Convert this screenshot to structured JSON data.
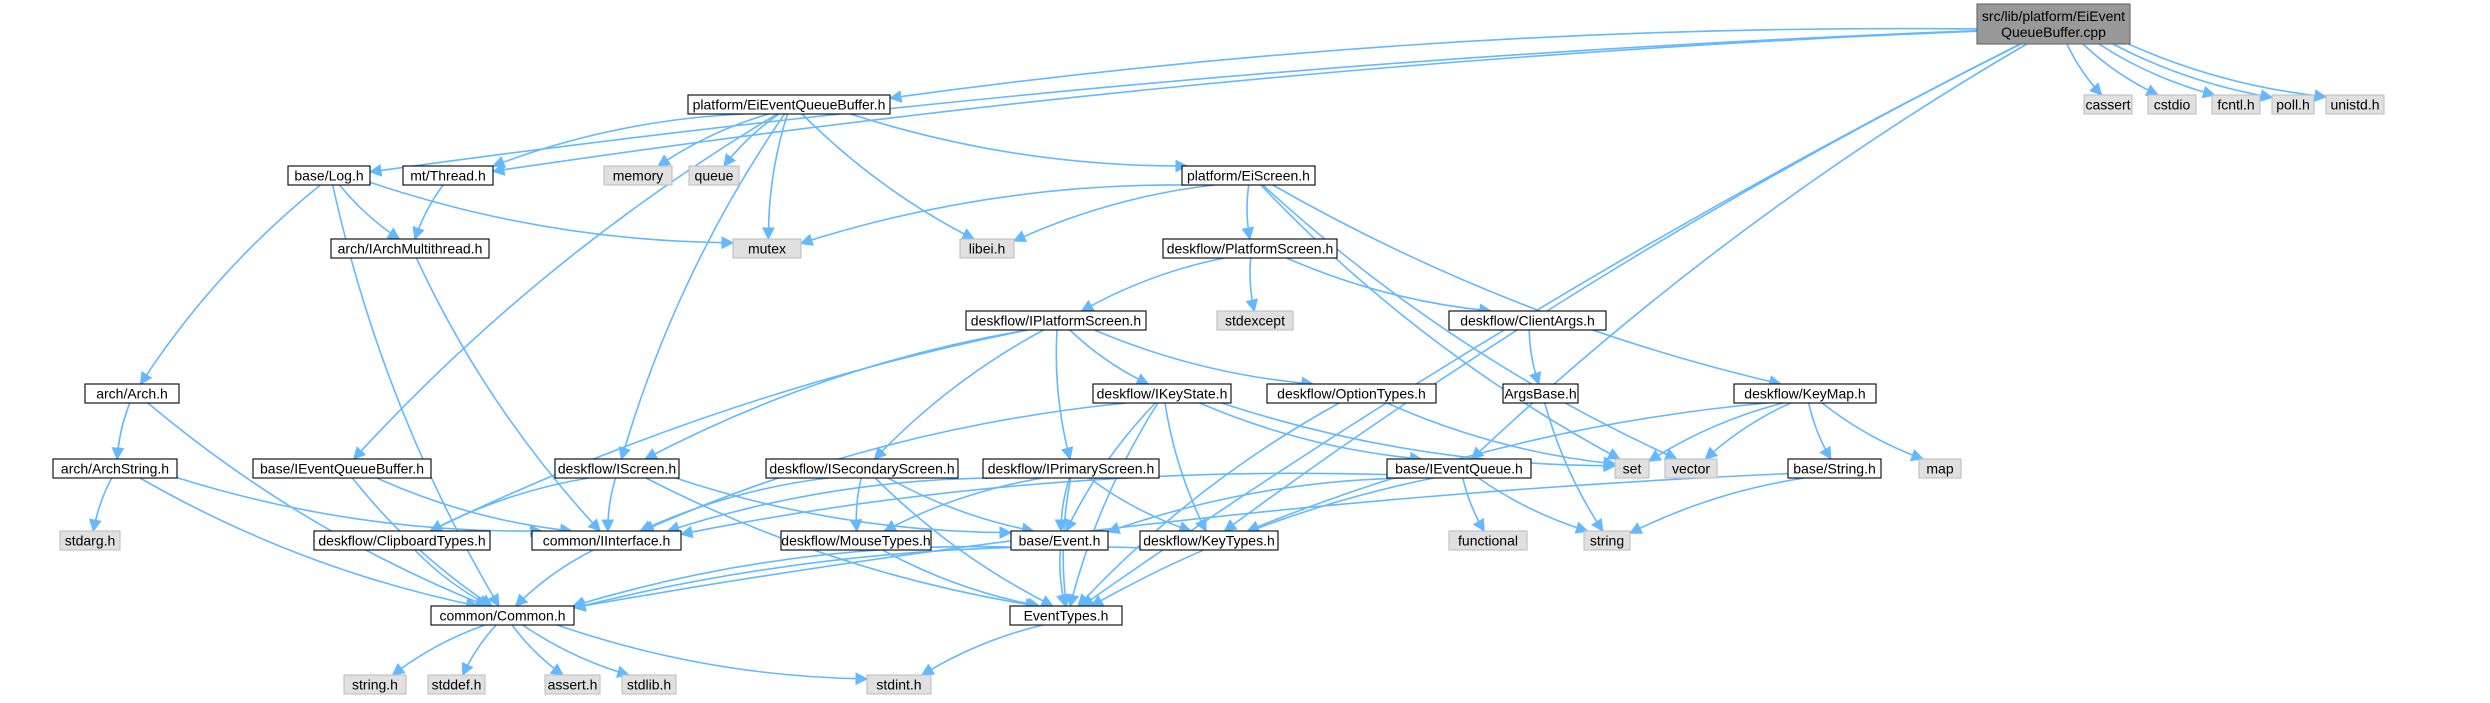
{
  "graph": {
    "colors": {
      "edge": "#63b8ff",
      "root_fill": "#999999",
      "node_fill": "#ffffff",
      "node_stroke": "#000000",
      "external_fill": "#e0e0e0",
      "external_stroke": "#bfbfbf"
    },
    "nodes": [
      {
        "id": "root",
        "lines": [
          "src/lib/platform/EiEvent",
          "QueueBuffer.cpp"
        ],
        "kind": "root"
      },
      {
        "id": "eiqb_h",
        "lines": [
          "platform/EiEventQueueBuffer.h"
        ],
        "kind": "header"
      },
      {
        "id": "cassert",
        "lines": [
          "cassert"
        ],
        "kind": "external"
      },
      {
        "id": "cstdio",
        "lines": [
          "cstdio"
        ],
        "kind": "external"
      },
      {
        "id": "fcntl",
        "lines": [
          "fcntl.h"
        ],
        "kind": "external"
      },
      {
        "id": "poll",
        "lines": [
          "poll.h"
        ],
        "kind": "external"
      },
      {
        "id": "unistd",
        "lines": [
          "unistd.h"
        ],
        "kind": "external"
      },
      {
        "id": "log",
        "lines": [
          "base/Log.h"
        ],
        "kind": "header"
      },
      {
        "id": "thread",
        "lines": [
          "mt/Thread.h"
        ],
        "kind": "header"
      },
      {
        "id": "memory",
        "lines": [
          "memory"
        ],
        "kind": "external"
      },
      {
        "id": "queue",
        "lines": [
          "queue"
        ],
        "kind": "external"
      },
      {
        "id": "eiscreen",
        "lines": [
          "platform/EiScreen.h"
        ],
        "kind": "header"
      },
      {
        "id": "mutex",
        "lines": [
          "mutex"
        ],
        "kind": "external"
      },
      {
        "id": "libei",
        "lines": [
          "libei.h"
        ],
        "kind": "external"
      },
      {
        "id": "iarchmt",
        "lines": [
          "arch/IArchMultithread.h"
        ],
        "kind": "header"
      },
      {
        "id": "platformscreen",
        "lines": [
          "deskflow/PlatformScreen.h"
        ],
        "kind": "header"
      },
      {
        "id": "stdexcept",
        "lines": [
          "stdexcept"
        ],
        "kind": "external"
      },
      {
        "id": "iplatformscreen",
        "lines": [
          "deskflow/IPlatformScreen.h"
        ],
        "kind": "header"
      },
      {
        "id": "clientargs",
        "lines": [
          "deskflow/ClientArgs.h"
        ],
        "kind": "header"
      },
      {
        "id": "argsbase",
        "lines": [
          "ArgsBase.h"
        ],
        "kind": "header"
      },
      {
        "id": "keymap",
        "lines": [
          "deskflow/KeyMap.h"
        ],
        "kind": "header"
      },
      {
        "id": "arch",
        "lines": [
          "arch/Arch.h"
        ],
        "kind": "header"
      },
      {
        "id": "archstring",
        "lines": [
          "arch/ArchString.h"
        ],
        "kind": "header"
      },
      {
        "id": "stdarg",
        "lines": [
          "stdarg.h"
        ],
        "kind": "external"
      },
      {
        "id": "ieqb",
        "lines": [
          "base/IEventQueueBuffer.h"
        ],
        "kind": "header"
      },
      {
        "id": "ikeystate",
        "lines": [
          "deskflow/IKeyState.h"
        ],
        "kind": "header"
      },
      {
        "id": "optiontypes",
        "lines": [
          "deskflow/OptionTypes.h"
        ],
        "kind": "header"
      },
      {
        "id": "iscreen",
        "lines": [
          "deskflow/IScreen.h"
        ],
        "kind": "header"
      },
      {
        "id": "isecondary",
        "lines": [
          "deskflow/ISecondaryScreen.h"
        ],
        "kind": "header"
      },
      {
        "id": "iprimary",
        "lines": [
          "deskflow/IPrimaryScreen.h"
        ],
        "kind": "header"
      },
      {
        "id": "ieventqueue",
        "lines": [
          "base/IEventQueue.h"
        ],
        "kind": "header"
      },
      {
        "id": "set",
        "lines": [
          "set"
        ],
        "kind": "external"
      },
      {
        "id": "vector",
        "lines": [
          "vector"
        ],
        "kind": "external"
      },
      {
        "id": "basestring",
        "lines": [
          "base/String.h"
        ],
        "kind": "header"
      },
      {
        "id": "map",
        "lines": [
          "map"
        ],
        "kind": "external"
      },
      {
        "id": "clipboard",
        "lines": [
          "deskflow/ClipboardTypes.h"
        ],
        "kind": "header"
      },
      {
        "id": "iinterface",
        "lines": [
          "common/IInterface.h"
        ],
        "kind": "header"
      },
      {
        "id": "mousetypes",
        "lines": [
          "deskflow/MouseTypes.h"
        ],
        "kind": "header"
      },
      {
        "id": "event",
        "lines": [
          "base/Event.h"
        ],
        "kind": "header"
      },
      {
        "id": "keytypes",
        "lines": [
          "deskflow/KeyTypes.h"
        ],
        "kind": "header"
      },
      {
        "id": "functional",
        "lines": [
          "functional"
        ],
        "kind": "external"
      },
      {
        "id": "string",
        "lines": [
          "string"
        ],
        "kind": "external"
      },
      {
        "id": "common",
        "lines": [
          "common/Common.h"
        ],
        "kind": "header"
      },
      {
        "id": "eventtypes",
        "lines": [
          "EventTypes.h"
        ],
        "kind": "header"
      },
      {
        "id": "stringh",
        "lines": [
          "string.h"
        ],
        "kind": "external"
      },
      {
        "id": "stddef",
        "lines": [
          "stddef.h"
        ],
        "kind": "external"
      },
      {
        "id": "asserth",
        "lines": [
          "assert.h"
        ],
        "kind": "external"
      },
      {
        "id": "stdlib",
        "lines": [
          "stdlib.h"
        ],
        "kind": "external"
      },
      {
        "id": "stdint",
        "lines": [
          "stdint.h"
        ],
        "kind": "external"
      }
    ],
    "edges": [
      [
        "root",
        "eiqb_h"
      ],
      [
        "root",
        "cassert"
      ],
      [
        "root",
        "cstdio"
      ],
      [
        "root",
        "fcntl"
      ],
      [
        "root",
        "poll"
      ],
      [
        "root",
        "unistd"
      ],
      [
        "root",
        "log"
      ],
      [
        "root",
        "thread"
      ],
      [
        "root",
        "ieventqueue"
      ],
      [
        "root",
        "keytypes"
      ],
      [
        "root",
        "eventtypes"
      ],
      [
        "eiqb_h",
        "thread"
      ],
      [
        "eiqb_h",
        "memory"
      ],
      [
        "eiqb_h",
        "queue"
      ],
      [
        "eiqb_h",
        "mutex"
      ],
      [
        "eiqb_h",
        "libei"
      ],
      [
        "eiqb_h",
        "eiscreen"
      ],
      [
        "eiqb_h",
        "ieqb"
      ],
      [
        "eiqb_h",
        "iscreen"
      ],
      [
        "log",
        "mutex"
      ],
      [
        "log",
        "iarchmt"
      ],
      [
        "log",
        "arch"
      ],
      [
        "log",
        "common"
      ],
      [
        "thread",
        "iarchmt"
      ],
      [
        "iarchmt",
        "iinterface"
      ],
      [
        "eiscreen",
        "mutex"
      ],
      [
        "eiscreen",
        "libei"
      ],
      [
        "eiscreen",
        "platformscreen"
      ],
      [
        "eiscreen",
        "keymap"
      ],
      [
        "eiscreen",
        "set"
      ],
      [
        "eiscreen",
        "vector"
      ],
      [
        "platformscreen",
        "iplatformscreen"
      ],
      [
        "platformscreen",
        "stdexcept"
      ],
      [
        "platformscreen",
        "clientargs"
      ],
      [
        "clientargs",
        "argsbase"
      ],
      [
        "argsbase",
        "string"
      ],
      [
        "iplatformscreen",
        "ikeystate"
      ],
      [
        "iplatformscreen",
        "optiontypes"
      ],
      [
        "iplatformscreen",
        "iscreen"
      ],
      [
        "iplatformscreen",
        "isecondary"
      ],
      [
        "iplatformscreen",
        "iprimary"
      ],
      [
        "iplatformscreen",
        "clipboard"
      ],
      [
        "optiontypes",
        "set"
      ],
      [
        "optiontypes",
        "eventtypes"
      ],
      [
        "keymap",
        "set"
      ],
      [
        "keymap",
        "vector"
      ],
      [
        "keymap",
        "map"
      ],
      [
        "keymap",
        "basestring"
      ],
      [
        "keymap",
        "keytypes"
      ],
      [
        "basestring",
        "string"
      ],
      [
        "basestring",
        "common"
      ],
      [
        "arch",
        "archstring"
      ],
      [
        "arch",
        "common"
      ],
      [
        "archstring",
        "stdarg"
      ],
      [
        "archstring",
        "iinterface"
      ],
      [
        "archstring",
        "common"
      ],
      [
        "ieqb",
        "iinterface"
      ],
      [
        "ieqb",
        "common"
      ],
      [
        "ikeystate",
        "ieventqueue"
      ],
      [
        "ikeystate",
        "set"
      ],
      [
        "ikeystate",
        "iinterface"
      ],
      [
        "ikeystate",
        "keytypes"
      ],
      [
        "ikeystate",
        "event"
      ],
      [
        "ikeystate",
        "eventtypes"
      ],
      [
        "iscreen",
        "clipboard"
      ],
      [
        "iscreen",
        "iinterface"
      ],
      [
        "iscreen",
        "event"
      ],
      [
        "iscreen",
        "eventtypes"
      ],
      [
        "isecondary",
        "iinterface"
      ],
      [
        "isecondary",
        "mousetypes"
      ],
      [
        "isecondary",
        "event"
      ],
      [
        "isecondary",
        "eventtypes"
      ],
      [
        "iprimary",
        "iinterface"
      ],
      [
        "iprimary",
        "mousetypes"
      ],
      [
        "iprimary",
        "keytypes"
      ],
      [
        "iprimary",
        "event"
      ],
      [
        "iprimary",
        "eventtypes"
      ],
      [
        "ieventqueue",
        "iinterface"
      ],
      [
        "ieventqueue",
        "event"
      ],
      [
        "ieventqueue",
        "functional"
      ],
      [
        "ieventqueue",
        "string"
      ],
      [
        "ieventqueue",
        "eventtypes"
      ],
      [
        "clipboard",
        "common"
      ],
      [
        "iinterface",
        "common"
      ],
      [
        "mousetypes",
        "eventtypes"
      ],
      [
        "event",
        "common"
      ],
      [
        "event",
        "eventtypes"
      ],
      [
        "keytypes",
        "common"
      ],
      [
        "common",
        "stringh"
      ],
      [
        "common",
        "stddef"
      ],
      [
        "common",
        "asserth"
      ],
      [
        "common",
        "stdlib"
      ],
      [
        "common",
        "stdint"
      ],
      [
        "eventtypes",
        "stdint"
      ]
    ]
  }
}
